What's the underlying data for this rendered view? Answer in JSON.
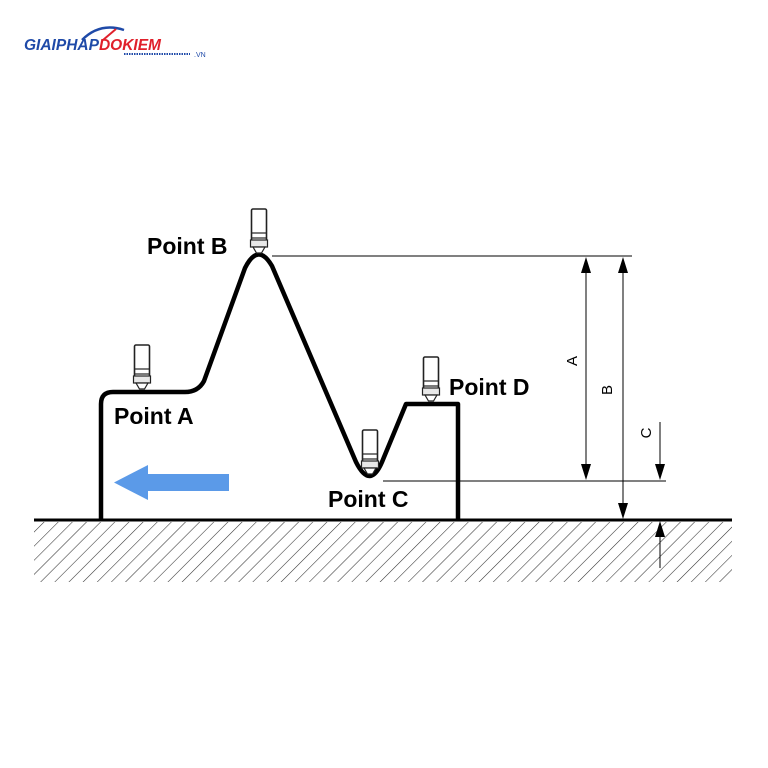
{
  "logo": {
    "text_part1": "GIAIPHAP",
    "text_part2": "DOKIEM",
    "suffix": ".VN",
    "colors": {
      "blue": "#1f4aa8",
      "red": "#e0202b"
    }
  },
  "points": {
    "a": "Point A",
    "b": "Point B",
    "c": "Point C",
    "d": "Point D"
  },
  "dimensions": {
    "a": "A",
    "b": "B",
    "c": "C"
  },
  "arrow": {
    "direction": "left",
    "color": "#5b9ae8"
  },
  "icons": {
    "probe": "stylus-probe-icon",
    "ground": "hatched-ground"
  }
}
